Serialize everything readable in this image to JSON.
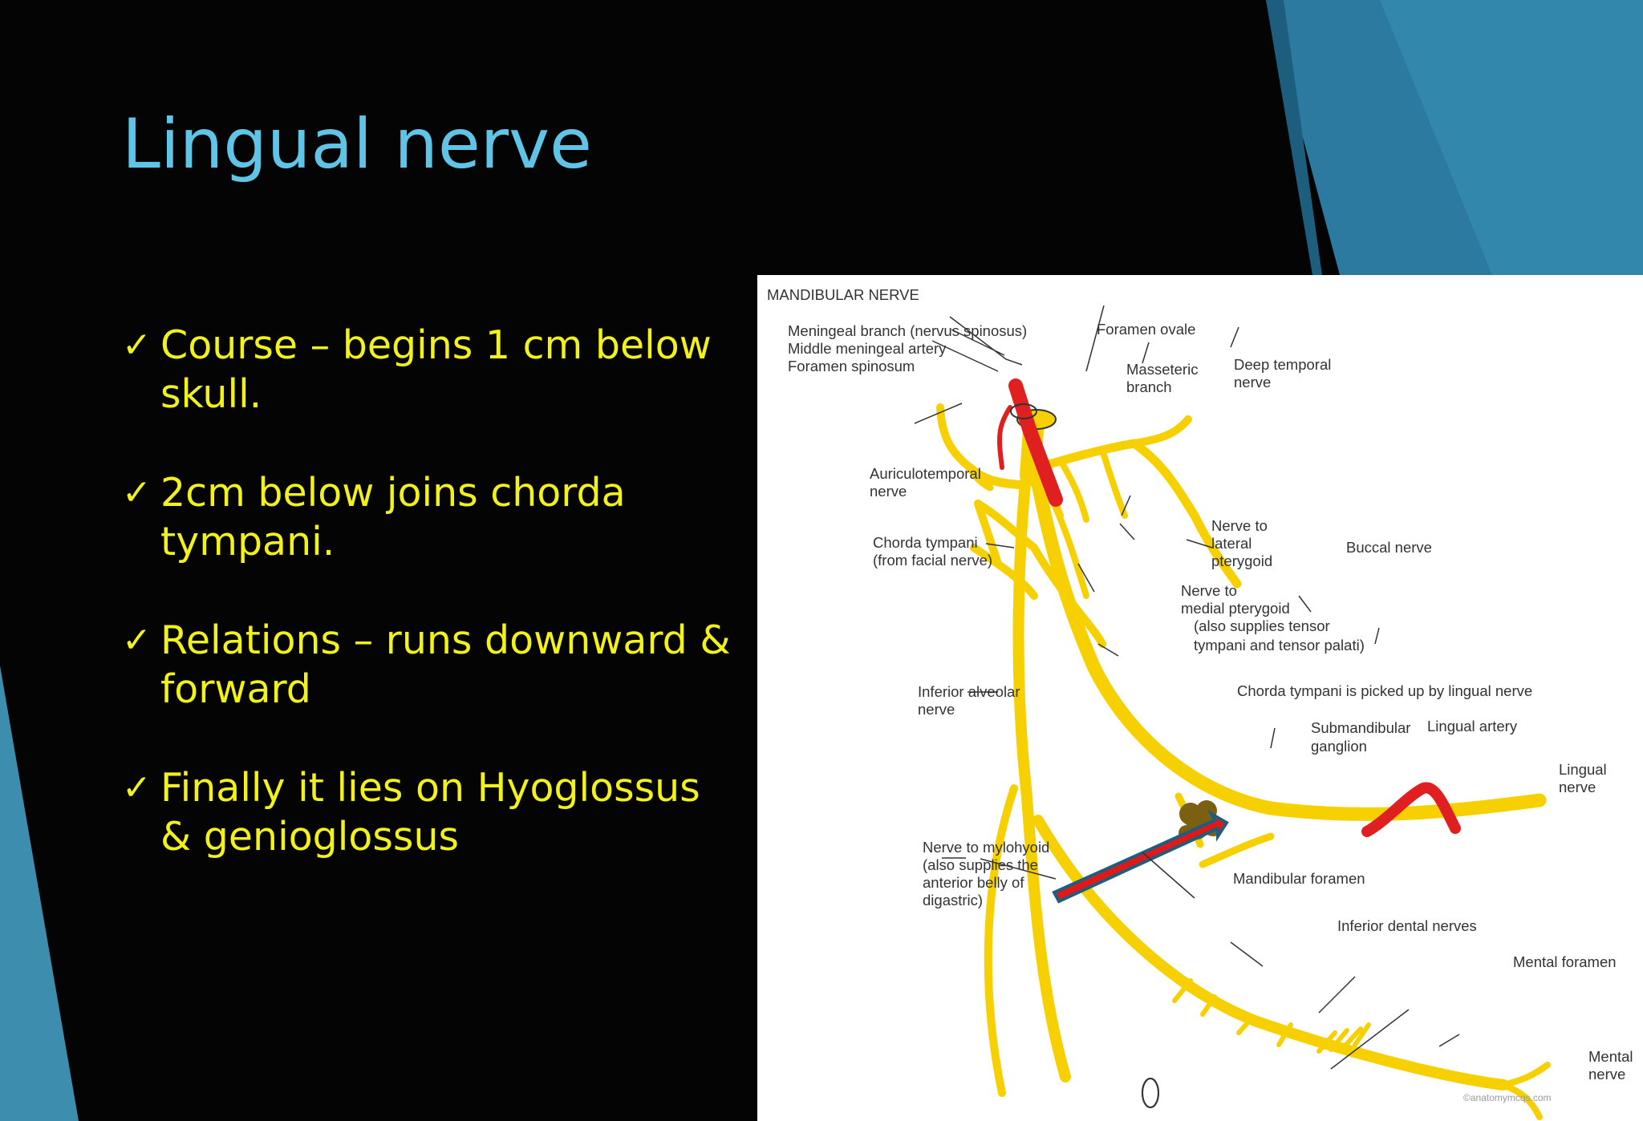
{
  "slide": {
    "title": "Lingual nerve",
    "bullets": [
      "Course – begins 1 cm below skull.",
      "2cm below joins chorda tympani.",
      "Relations – runs downward & forward",
      "Finally it lies on Hyoglossus & genioglossus"
    ],
    "check_glyph": "✓",
    "colors": {
      "background": "#040404",
      "title": "#5fc4e6",
      "bullet_text": "#f2f21a",
      "accent_blue": "#2f86a8",
      "nerve": "#f6d000",
      "artery": "#e02020",
      "ganglion": "#7a6010"
    }
  },
  "figure": {
    "heading": "MANDIBULAR NERVE",
    "labels": {
      "meningeal_branch": "Meningeal branch (nervus spinosus)",
      "middle_meningeal_artery": "Middle meningeal artery",
      "foramen_spinosum": "Foramen spinosum",
      "foramen_ovale": "Foramen ovale",
      "masseteric_1": "Masseteric",
      "masseteric_2": "branch",
      "deep_temporal_1": "Deep temporal",
      "deep_temporal_2": "nerve",
      "auriculotemporal_1": "Auriculotemporal",
      "auriculotemporal_2": "nerve",
      "nerve_lat_pter_1": "Nerve to",
      "nerve_lat_pter_2": "lateral",
      "nerve_lat_pter_3": "pterygoid",
      "buccal": "Buccal nerve",
      "chorda_1": "Chorda tympani",
      "chorda_2": "(from facial nerve)",
      "med_pter_1": "Nerve to",
      "med_pter_2": "medial pterygoid",
      "med_pter_3": "(also supplies tensor",
      "med_pter_4": "tympani and tensor palati)",
      "chorda_picked": "Chorda tympani is picked up by lingual nerve",
      "inf_alv_1": "Inferior alveolar",
      "inf_alv_2": "nerve",
      "submand_1": "Submandibular",
      "submand_2": "ganglion",
      "lingual_artery": "Lingual artery",
      "lingual_nerve_1": "Lingual",
      "lingual_nerve_2": "nerve",
      "mylohyoid_1": "Nerve to mylohyoid",
      "mylohyoid_2": "(also supplies the",
      "mylohyoid_3": "anterior belly of",
      "mylohyoid_4": "digastric)",
      "mand_foramen": "Mandibular foramen",
      "inf_dental": "Inferior dental nerves",
      "mental_foramen": "Mental foramen",
      "mental_nerve_1": "Mental",
      "mental_nerve_2": "nerve",
      "watermark": "©anatomymcqs.com"
    }
  }
}
